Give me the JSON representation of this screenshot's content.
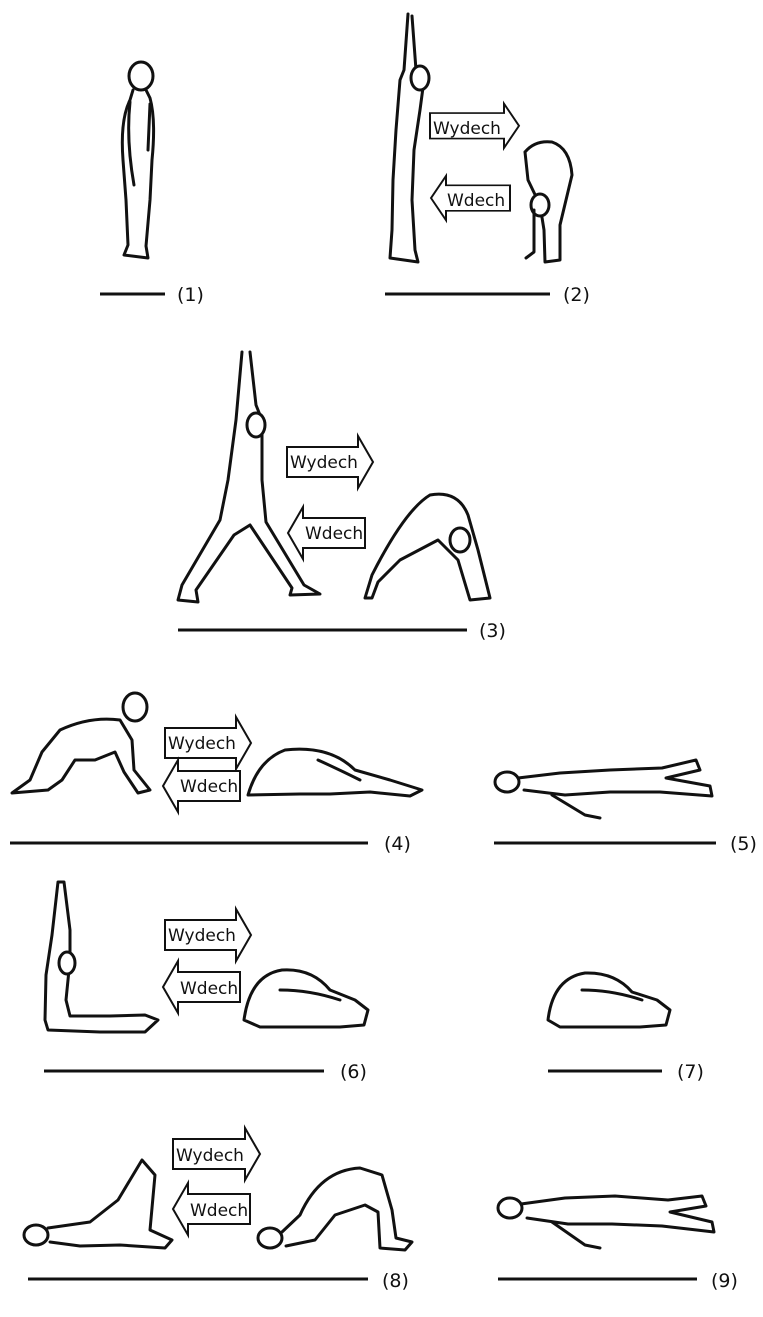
{
  "labels": {
    "exhale": "Wydech",
    "inhale": "Wdech"
  },
  "steps": [
    {
      "number": "(1)"
    },
    {
      "number": "(2)"
    },
    {
      "number": "(3)"
    },
    {
      "number": "(4)"
    },
    {
      "number": "(5)"
    },
    {
      "number": "(6)"
    },
    {
      "number": "(7)"
    },
    {
      "number": "(8)"
    },
    {
      "number": "(9)"
    }
  ]
}
